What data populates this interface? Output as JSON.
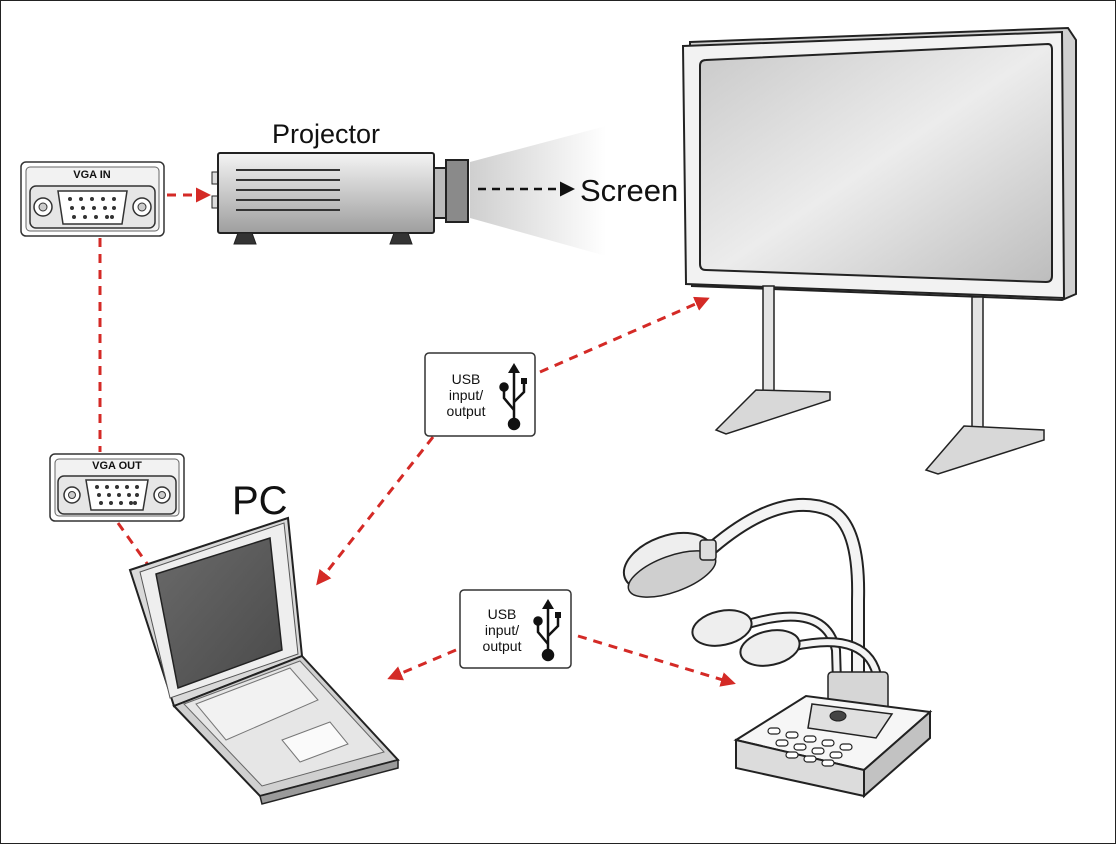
{
  "labels": {
    "projector": "Projector",
    "screen": "Screen",
    "pc": "PC"
  },
  "connectors": {
    "vga_in": "VGA IN",
    "vga_out": "VGA  OUT"
  },
  "usb_badges": [
    {
      "line1": "USB",
      "line2": "input/",
      "line3": "output"
    },
    {
      "line1": "USB",
      "line2": "input/",
      "line3": "output"
    }
  ],
  "colors": {
    "arrow": "#d42a26",
    "outline": "#222222",
    "panel": "#eeeeee"
  },
  "icons": [
    "vga-connector-icon",
    "usb-symbol-icon",
    "projector-icon",
    "interactive-whiteboard-icon",
    "laptop-icon",
    "document-camera-icon"
  ]
}
